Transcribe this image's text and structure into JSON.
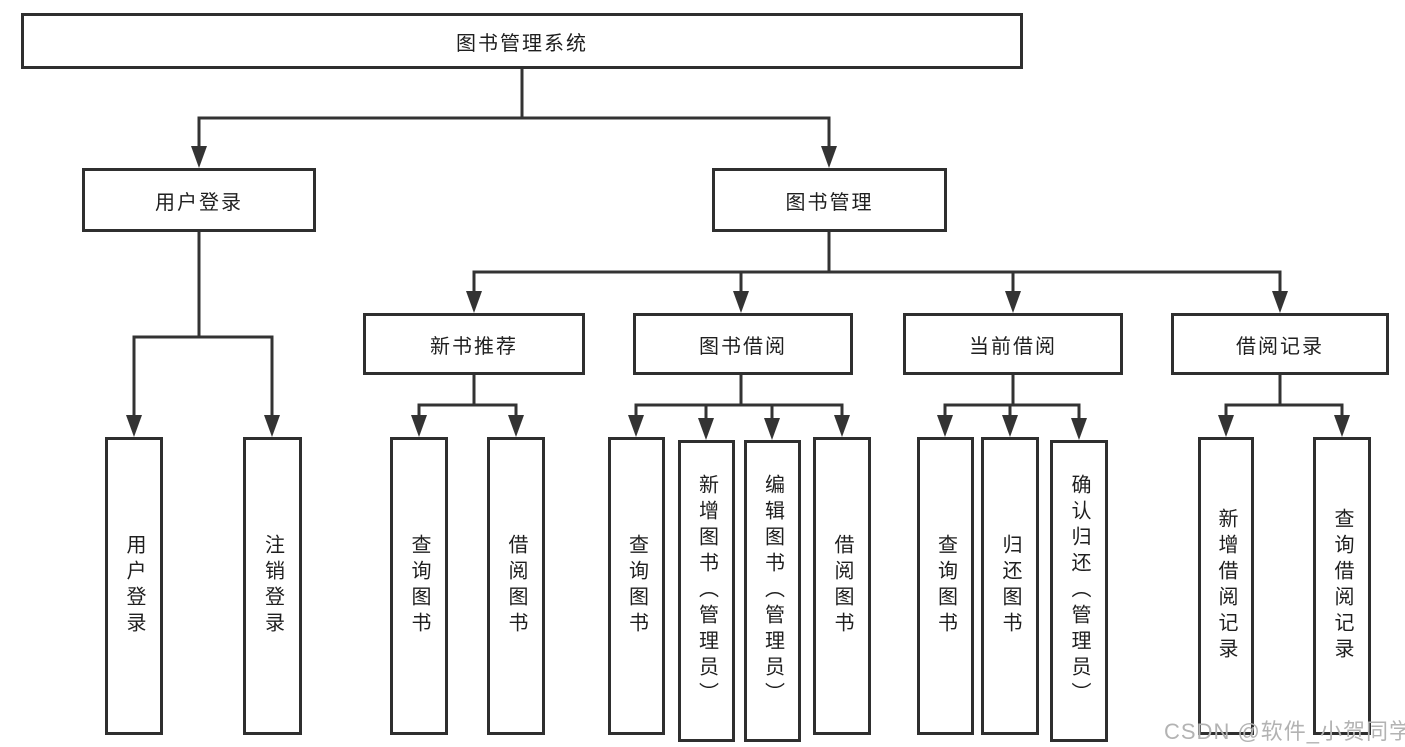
{
  "colors": {
    "line": "#333333",
    "box_border": "#2f2f2f",
    "text": "#1f1f1f",
    "background": "#ffffff",
    "watermark": "#b3b3b3"
  },
  "tree": {
    "root": {
      "label": "图书管理系统"
    },
    "branches": [
      {
        "label": "用户登录",
        "children": [
          {
            "label": "用户登录"
          },
          {
            "label": "注销登录"
          }
        ]
      },
      {
        "label": "图书管理",
        "children": [
          {
            "label": "新书推荐",
            "children": [
              {
                "label": "查询图书"
              },
              {
                "label": "借阅图书"
              }
            ]
          },
          {
            "label": "图书借阅",
            "children": [
              {
                "label": "查询图书"
              },
              {
                "label": "新增图书（管理员）"
              },
              {
                "label": "编辑图书（管理员）"
              },
              {
                "label": "借阅图书"
              }
            ]
          },
          {
            "label": "当前借阅",
            "children": [
              {
                "label": "查询图书"
              },
              {
                "label": "归还图书"
              },
              {
                "label": "确认归还（管理员）"
              }
            ]
          },
          {
            "label": "借阅记录",
            "children": [
              {
                "label": "新增借阅记录"
              },
              {
                "label": "查询借阅记录"
              }
            ]
          }
        ]
      }
    ]
  },
  "watermark": {
    "text": "CSDN @软件_小贺同学"
  }
}
